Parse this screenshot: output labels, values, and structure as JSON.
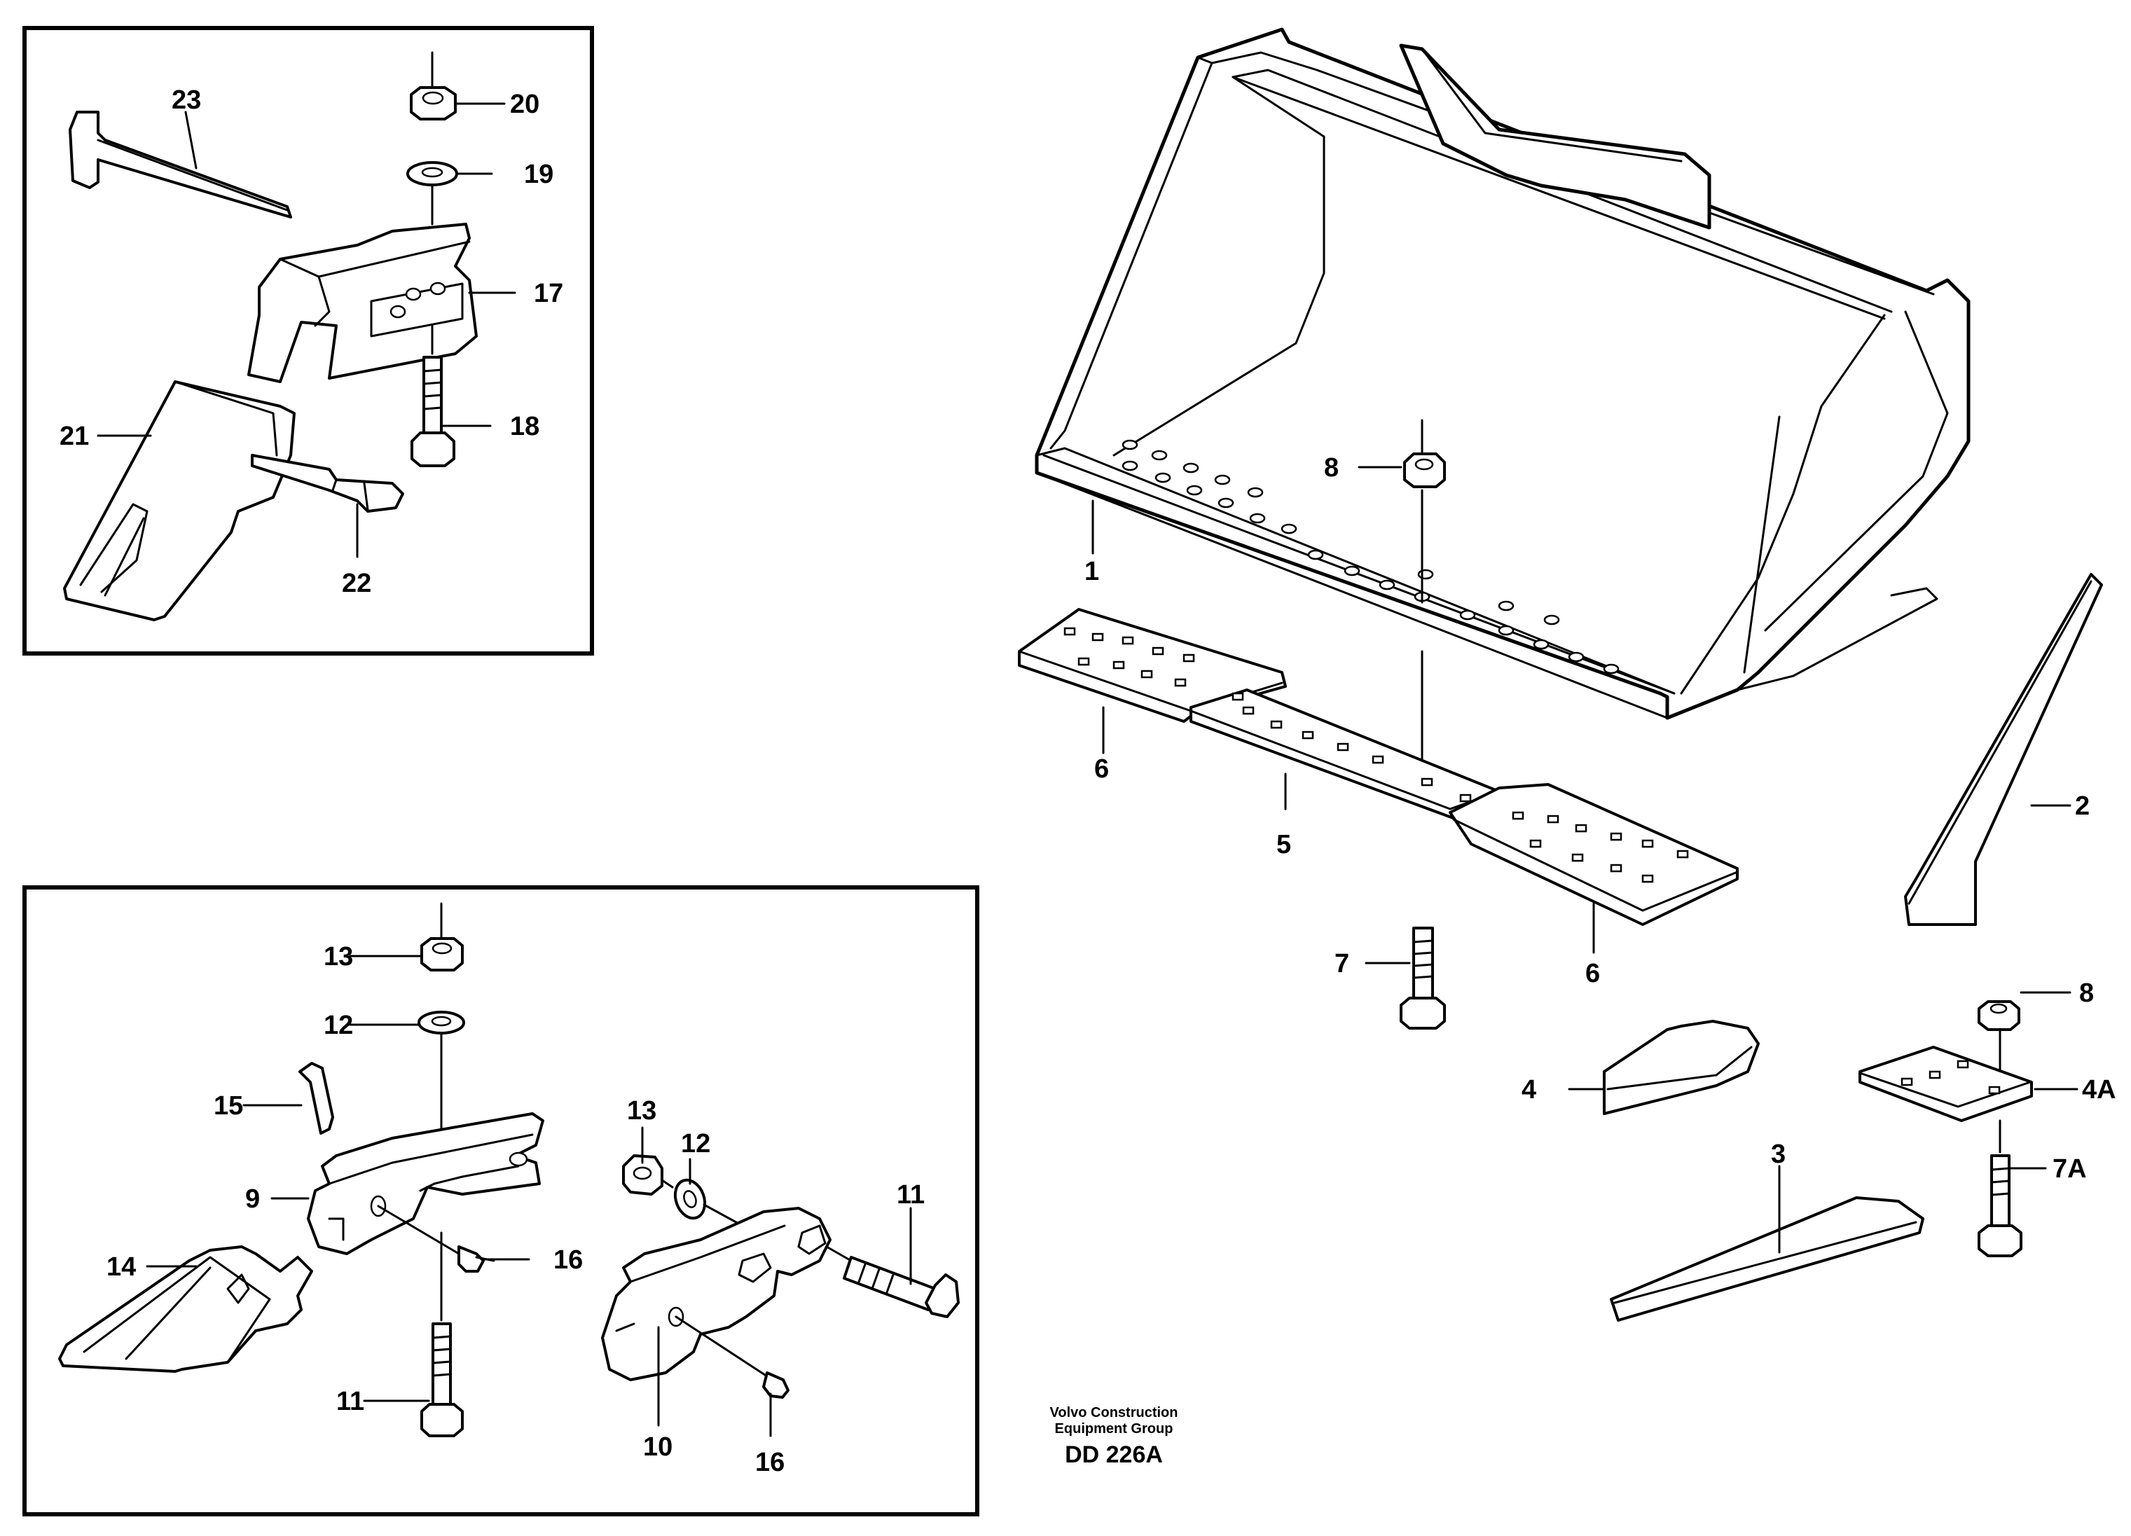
{
  "labels": {
    "p1": "1",
    "p2": "2",
    "p3": "3",
    "p4": "4",
    "p4a": "4A",
    "p5": "5",
    "p6a": "6",
    "p6b": "6",
    "p7": "7",
    "p7a": "7A",
    "p8a": "8",
    "p8b": "8",
    "p9": "9",
    "p10": "10",
    "p11a": "11",
    "p11b": "11",
    "p12a": "12",
    "p12b": "12",
    "p13a": "13",
    "p13b": "13",
    "p14": "14",
    "p15": "15",
    "p16a": "16",
    "p16b": "16",
    "p17": "17",
    "p18": "18",
    "p19": "19",
    "p20": "20",
    "p21": "21",
    "p22": "22",
    "p23": "23"
  },
  "caption": {
    "line1": "Volvo Construction",
    "line2": "Equipment Group",
    "code": "DD 226A"
  }
}
